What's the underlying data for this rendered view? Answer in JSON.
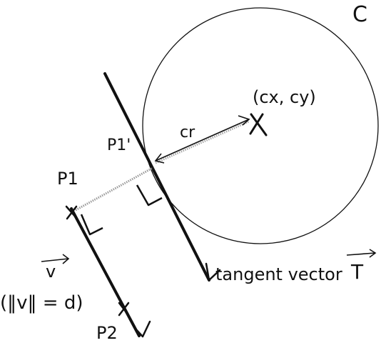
{
  "labels": {
    "circle": "C",
    "center": "(cx, cy)",
    "radius": "cr",
    "p1_prime": "P1'",
    "p1": "P1",
    "p2": "P2",
    "vector_v": "v",
    "norm": "(‖v‖ = d)",
    "tangent": "tangent vector",
    "tangent_symbol": "T"
  }
}
